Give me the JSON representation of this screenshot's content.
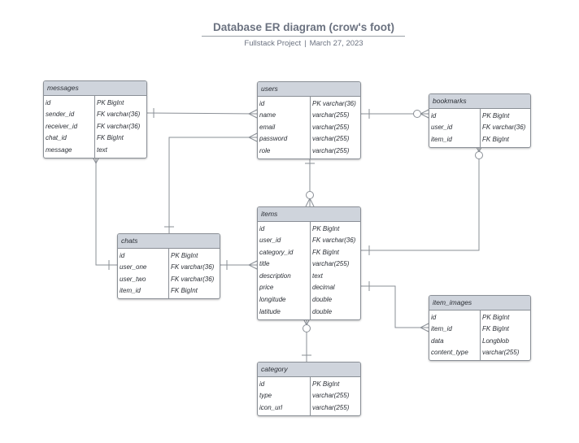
{
  "title": "Database ER diagram (crow's foot)",
  "subtitle": {
    "project": "Fullstack Project",
    "separator": "|",
    "date": "March 27, 2023"
  },
  "entities": {
    "messages": {
      "name": "messages",
      "fields": [
        {
          "name": "id",
          "type": "PK BigInt"
        },
        {
          "name": "sender_id",
          "type": "FK varchar(36)"
        },
        {
          "name": "receiver_id",
          "type": "FK varchar(36)"
        },
        {
          "name": "chat_id",
          "type": "FK BigInt"
        },
        {
          "name": "message",
          "type": "text"
        }
      ]
    },
    "users": {
      "name": "users",
      "fields": [
        {
          "name": "id",
          "type": "PK varchar(36)"
        },
        {
          "name": "name",
          "type": "varchar(255)"
        },
        {
          "name": "email",
          "type": "varchar(255)"
        },
        {
          "name": "password",
          "type": "varchar(255)"
        },
        {
          "name": "role",
          "type": "varchar(255)"
        }
      ]
    },
    "bookmarks": {
      "name": "bookmarks",
      "fields": [
        {
          "name": "id",
          "type": "PK BigInt"
        },
        {
          "name": "user_id",
          "type": "FK varchar(36)"
        },
        {
          "name": "item_id",
          "type": "FK BigInt"
        }
      ]
    },
    "items": {
      "name": "items",
      "fields": [
        {
          "name": "id",
          "type": "PK BigInt"
        },
        {
          "name": "user_id",
          "type": "FK varchar(36)"
        },
        {
          "name": "category_id",
          "type": "FK BigInt"
        },
        {
          "name": "title",
          "type": "varchar(255)"
        },
        {
          "name": "description",
          "type": "text"
        },
        {
          "name": "price",
          "type": "decimal"
        },
        {
          "name": "longitude",
          "type": "double"
        },
        {
          "name": "latitude",
          "type": "double"
        }
      ]
    },
    "chats": {
      "name": "chats",
      "fields": [
        {
          "name": "id",
          "type": "PK BigInt"
        },
        {
          "name": "user_one",
          "type": "FK varchar(36)"
        },
        {
          "name": "user_two",
          "type": "FK varchar(36)"
        },
        {
          "name": "item_id",
          "type": "FK BigInt"
        }
      ]
    },
    "item_images": {
      "name": "item_images",
      "fields": [
        {
          "name": "id",
          "type": "PK BigInt"
        },
        {
          "name": "item_id",
          "type": "FK BigInt"
        },
        {
          "name": "data",
          "type": "Longblob"
        },
        {
          "name": "content_type",
          "type": "varchar(255)"
        }
      ]
    },
    "category": {
      "name": "category",
      "fields": [
        {
          "name": "id",
          "type": "PK BigInt"
        },
        {
          "name": "type",
          "type": "varchar(255)"
        },
        {
          "name": "icon_url",
          "type": "varchar(255)"
        }
      ]
    }
  },
  "relationships": [
    {
      "from": "users",
      "to": "messages",
      "from_end": "one",
      "to_end": "many"
    },
    {
      "from": "users",
      "to": "bookmarks",
      "from_end": "one",
      "to_end": "zero-or-many"
    },
    {
      "from": "users",
      "to": "items",
      "from_end": "one",
      "to_end": "zero-or-many"
    },
    {
      "from": "users",
      "to": "chats",
      "from_end": "many",
      "to_end": "one"
    },
    {
      "from": "messages",
      "to": "chats",
      "from_end": "many",
      "to_end": "one"
    },
    {
      "from": "chats",
      "to": "items",
      "from_end": "one",
      "to_end": "many"
    },
    {
      "from": "items",
      "to": "bookmarks",
      "from_end": "one",
      "to_end": "zero-or-many"
    },
    {
      "from": "items",
      "to": "item_images",
      "from_end": "one",
      "to_end": "many"
    },
    {
      "from": "items",
      "to": "category",
      "from_end": "zero-or-many",
      "to_end": "one"
    }
  ],
  "colors": {
    "header_fill": "#cfd4dc",
    "border": "#8a8f96",
    "connector": "#8a8f96",
    "title_text": "#6b7280",
    "field_text": "#2b2f36"
  }
}
